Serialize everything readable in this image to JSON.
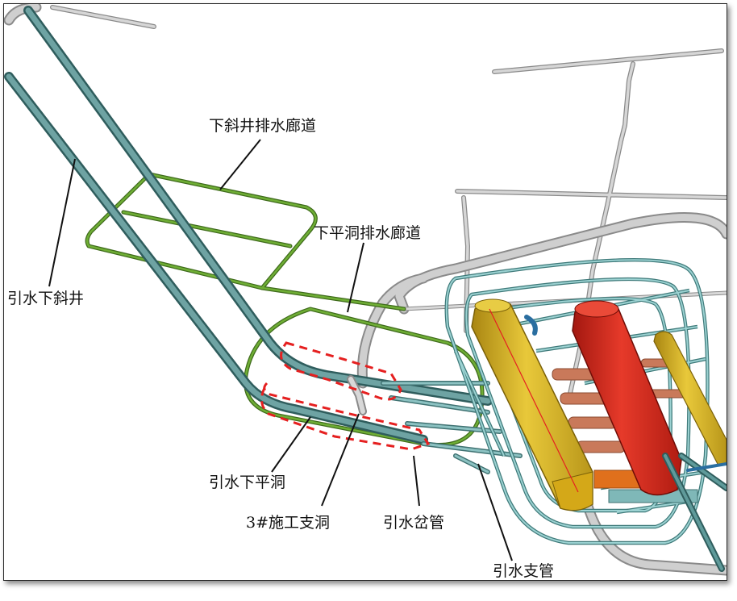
{
  "labels": {
    "lower_incline_drain": "下斜井排水廊道",
    "lower_flat_drain": "下平洞排水廊道",
    "headrace_incline": "引水下斜井",
    "headrace_flat": "引水下平洞",
    "adit_3": "3#施工支洞",
    "headrace_manifold": "引水岔管",
    "headrace_branch": "引水支管"
  },
  "colors": {
    "tunnel": "#4f8484",
    "drain": "#5a8f2a",
    "gray_tunnel": "#b8b8b8",
    "powerhouse": "#d4b021",
    "transformer": "#d62a1f",
    "busbar": "#c9795a",
    "gallery": "#7ec0c0",
    "highlight": "#e52020"
  }
}
